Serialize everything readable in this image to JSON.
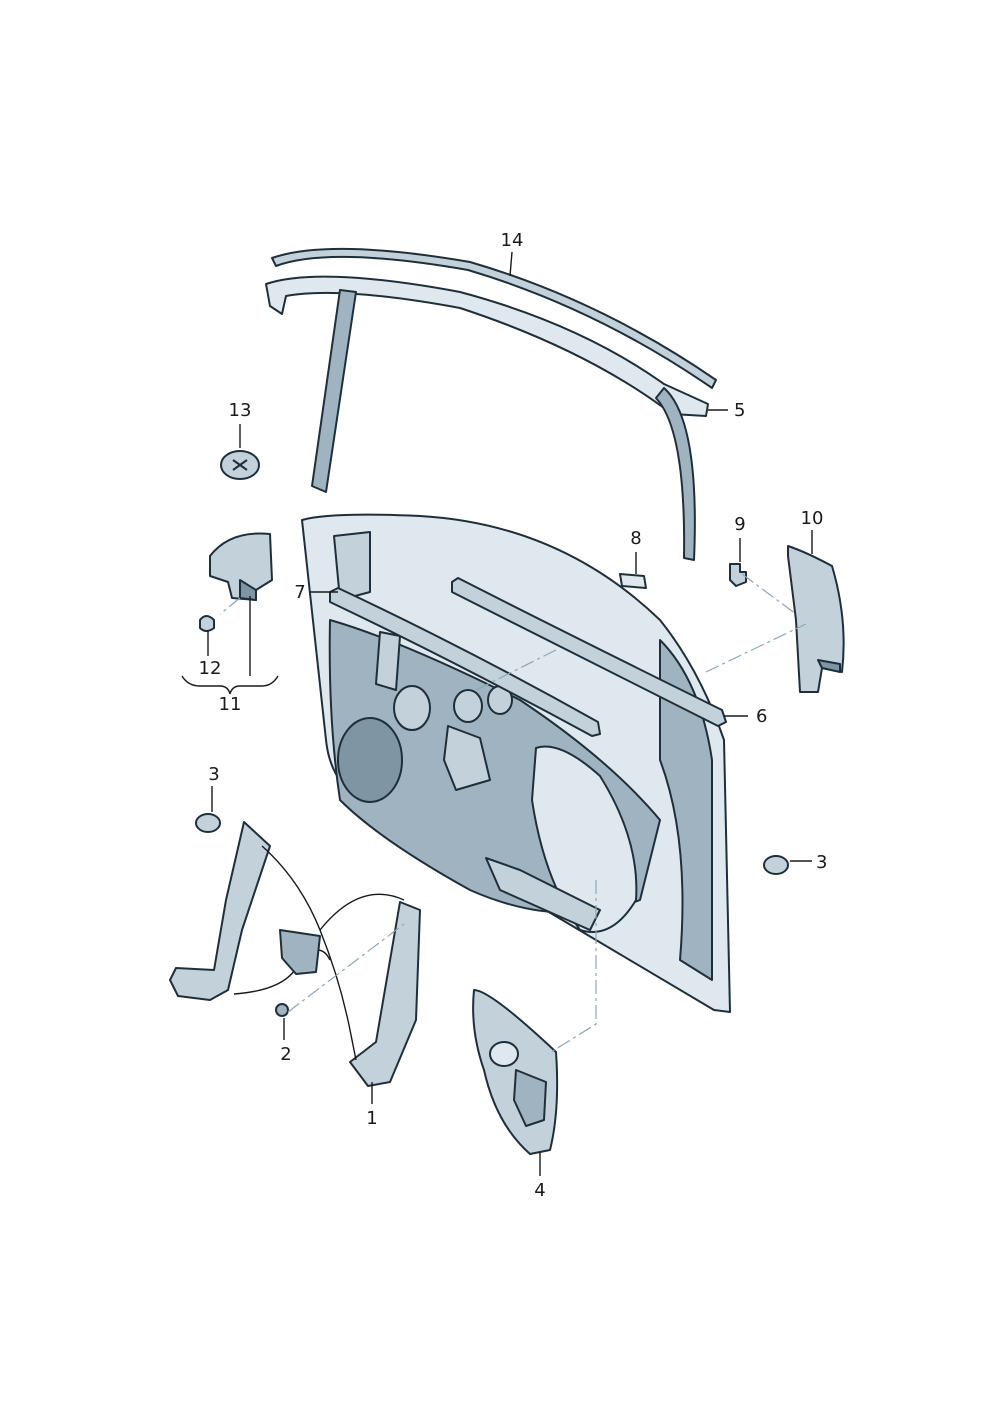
{
  "callouts": [
    {
      "id": "label-1",
      "text": "1"
    },
    {
      "id": "label-2",
      "text": "2"
    },
    {
      "id": "label-3a",
      "text": "3"
    },
    {
      "id": "label-3b",
      "text": "3"
    },
    {
      "id": "label-4",
      "text": "4"
    },
    {
      "id": "label-5",
      "text": "5"
    },
    {
      "id": "label-6",
      "text": "6"
    },
    {
      "id": "label-7",
      "text": "7"
    },
    {
      "id": "label-8",
      "text": "8"
    },
    {
      "id": "label-9",
      "text": "9"
    },
    {
      "id": "label-10",
      "text": "10"
    },
    {
      "id": "label-11",
      "text": "11"
    },
    {
      "id": "label-12",
      "text": "12"
    },
    {
      "id": "label-13",
      "text": "13"
    },
    {
      "id": "label-14",
      "text": "14"
    }
  ],
  "colors": {
    "line": "#1f2f3a",
    "panel_light": "#dfe8ee",
    "panel_mid": "#c3d1da",
    "panel_dark": "#9fb3c0",
    "panel_shadow": "#7f95a3",
    "dash_line": "#8fa6b4"
  }
}
